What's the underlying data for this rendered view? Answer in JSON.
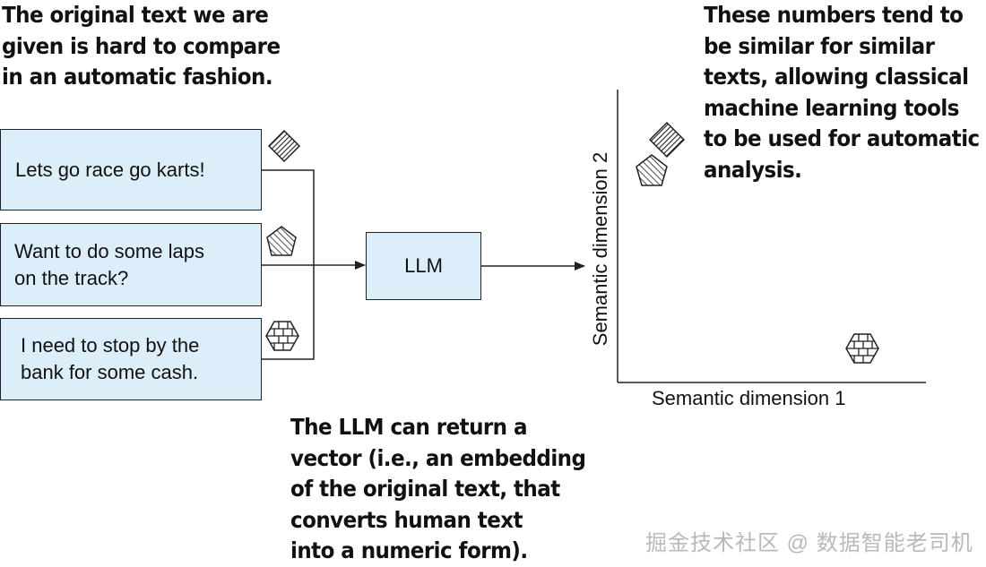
{
  "notes": {
    "left": [
      "The original text we are",
      "given is hard to compare",
      "in an automatic fashion."
    ],
    "right": [
      "These numbers tend to",
      "be similar for similar",
      "texts, allowing classical",
      "machine learning tools",
      "to be used for automatic",
      "analysis."
    ],
    "bottom": [
      "The LLM can return a",
      "vector (i.e., an embedding",
      "of the original text, that",
      "converts human text",
      "into a numeric form)."
    ]
  },
  "texts": [
    {
      "lines": [
        "Lets go race go karts!"
      ],
      "icon": "striped-diamond-icon"
    },
    {
      "lines": [
        "Want to do some laps",
        "on the track?"
      ],
      "icon": "striped-pentagon-icon"
    },
    {
      "lines": [
        "I need to stop by the",
        "bank for some cash."
      ],
      "icon": "brick-hexagon-icon"
    }
  ],
  "model": {
    "label": "LLM"
  },
  "plot": {
    "xlabel": "Semantic dimension 1",
    "ylabel": "Semantic dimension 2"
  },
  "watermark": "掘金技术社区 @ 数据智能老司机",
  "colors": {
    "box_fill": "#dbeefa",
    "stroke": "#222222",
    "watermark": "#b9b9b9"
  }
}
